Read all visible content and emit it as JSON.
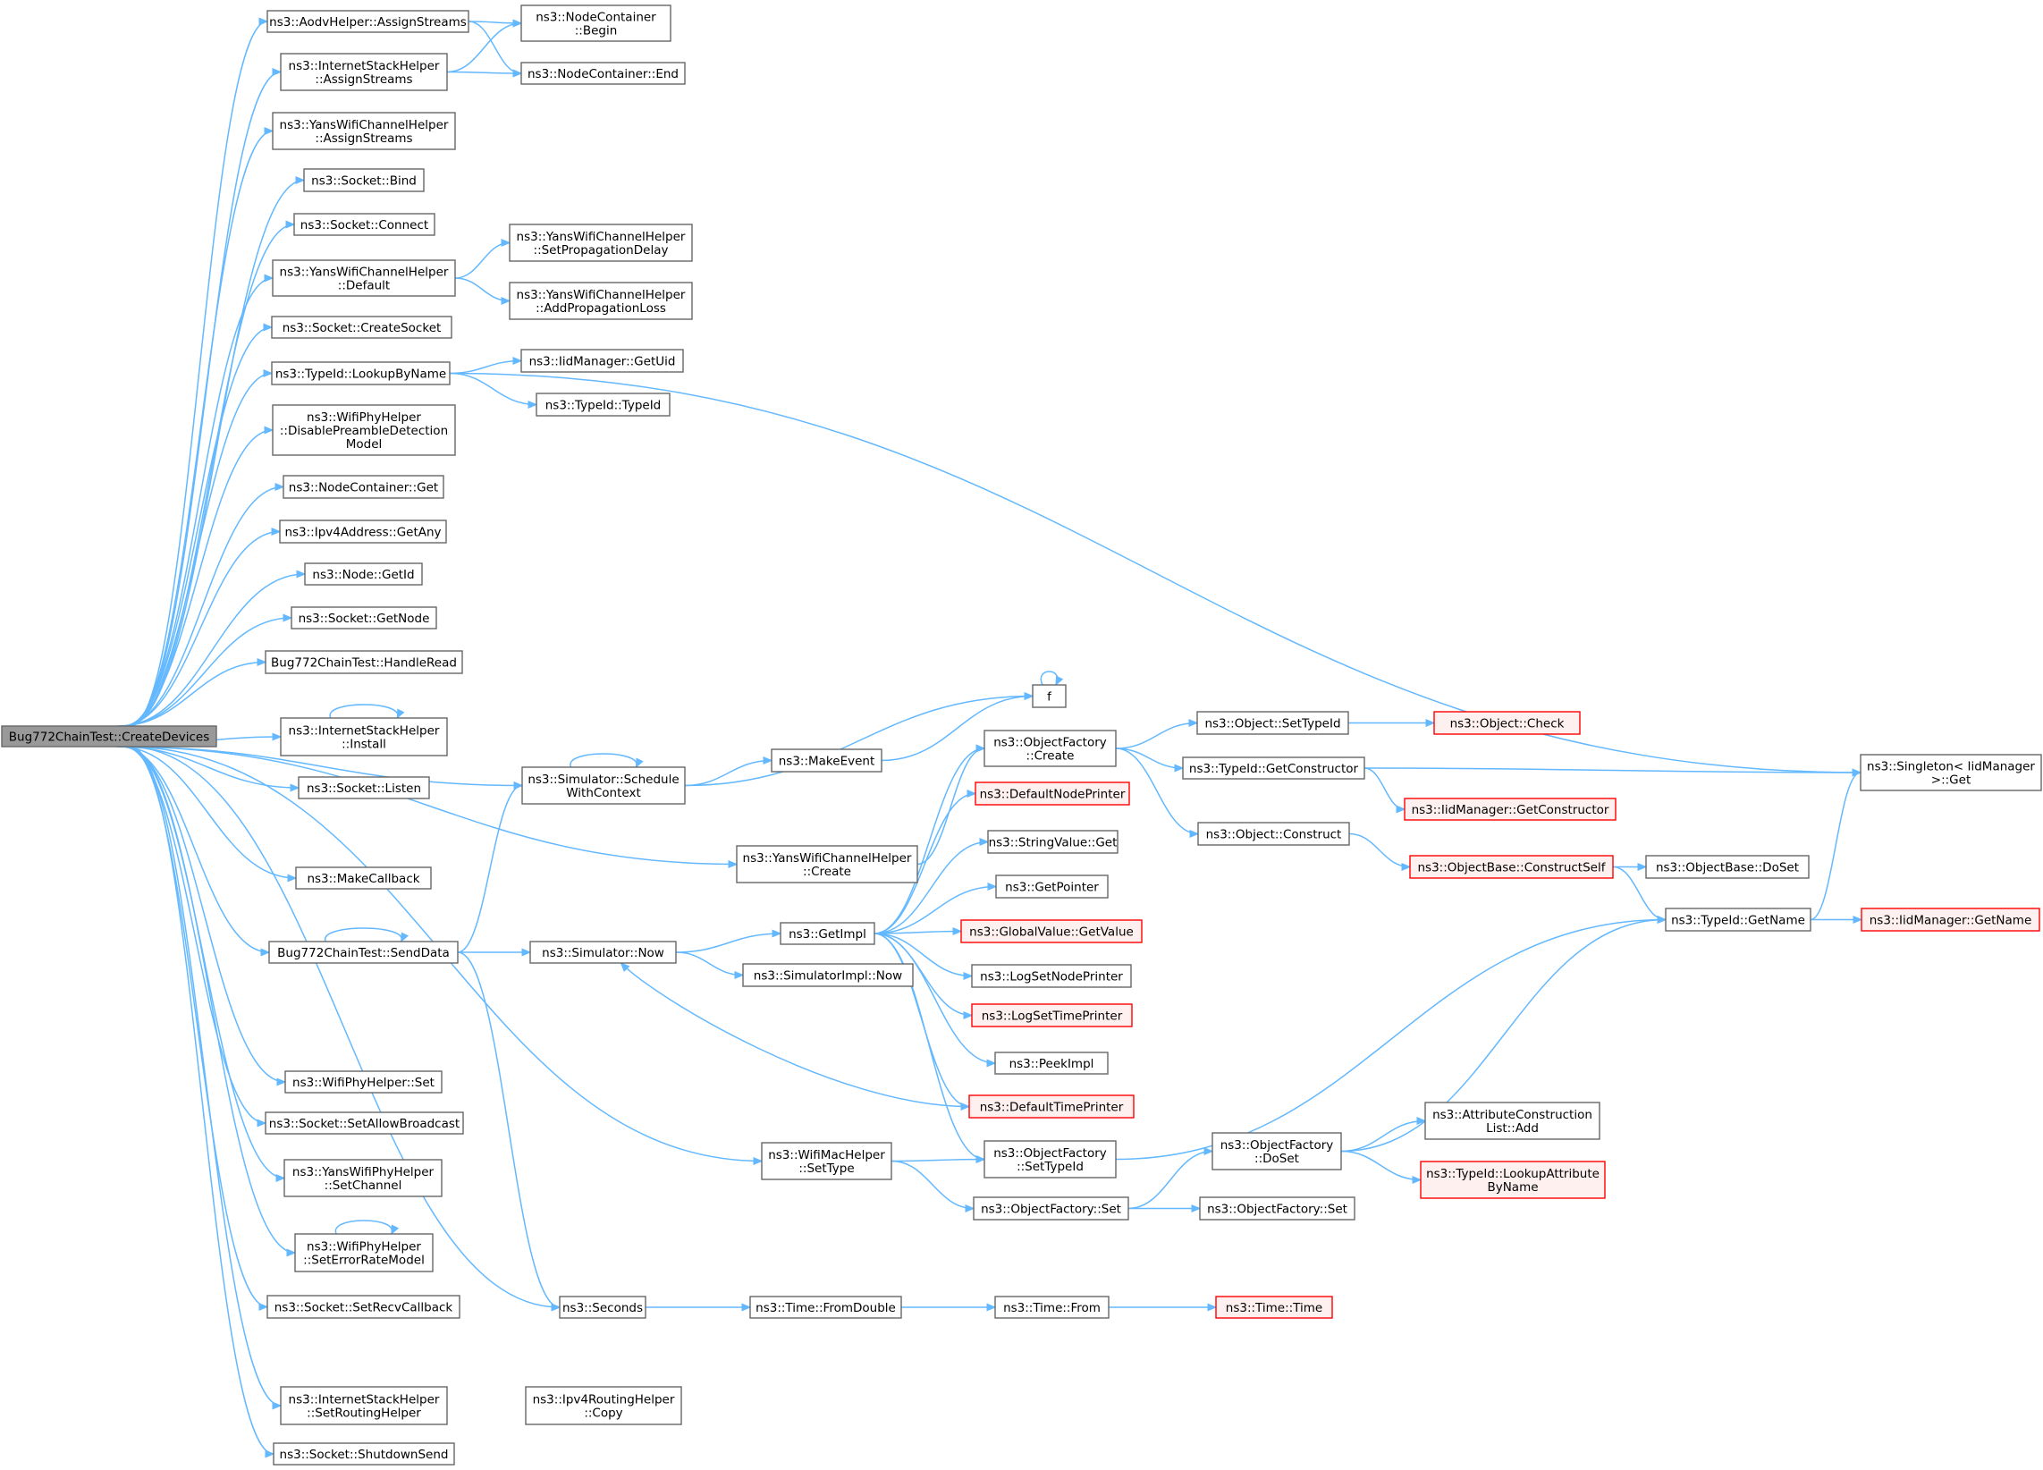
{
  "graph": {
    "colors": {
      "edge": "#63b8ff",
      "node_border": "#666666",
      "root_fill": "#999999",
      "truncated_border": "#ff0000",
      "truncated_fill": "#fff0f0"
    },
    "nodes": [
      {
        "id": "root",
        "lines": [
          "Bug772ChainTest::CreateDevices"
        ]
      },
      {
        "id": "aodv_assign",
        "lines": [
          "ns3::AodvHelper::AssignStreams"
        ]
      },
      {
        "id": "inet_assign",
        "lines": [
          "ns3::InternetStackHelper",
          "::AssignStreams"
        ]
      },
      {
        "id": "yanschan_assign",
        "lines": [
          "ns3::YansWifiChannelHelper",
          "::AssignStreams"
        ]
      },
      {
        "id": "socket_bind",
        "lines": [
          "ns3::Socket::Bind"
        ]
      },
      {
        "id": "socket_connect",
        "lines": [
          "ns3::Socket::Connect"
        ]
      },
      {
        "id": "yanschan_default",
        "lines": [
          "ns3::YansWifiChannelHelper",
          "::Default"
        ]
      },
      {
        "id": "socket_create",
        "lines": [
          "ns3::Socket::CreateSocket"
        ]
      },
      {
        "id": "typeid_lookup",
        "lines": [
          "ns3::TypeId::LookupByName"
        ]
      },
      {
        "id": "wifiphy_disable",
        "lines": [
          "ns3::WifiPhyHelper",
          "::DisablePreambleDetection",
          "Model"
        ]
      },
      {
        "id": "nc_get",
        "lines": [
          "ns3::NodeContainer::Get"
        ]
      },
      {
        "id": "ipv4_getany",
        "lines": [
          "ns3::Ipv4Address::GetAny"
        ]
      },
      {
        "id": "node_getid",
        "lines": [
          "ns3::Node::GetId"
        ]
      },
      {
        "id": "socket_getnode",
        "lines": [
          "ns3::Socket::GetNode"
        ]
      },
      {
        "id": "handleread",
        "lines": [
          "Bug772ChainTest::HandleRead"
        ]
      },
      {
        "id": "inet_install",
        "lines": [
          "ns3::InternetStackHelper",
          "::Install"
        ]
      },
      {
        "id": "socket_listen",
        "lines": [
          "ns3::Socket::Listen"
        ]
      },
      {
        "id": "makecallback",
        "lines": [
          "ns3::MakeCallback"
        ]
      },
      {
        "id": "senddata",
        "lines": [
          "Bug772ChainTest::SendData"
        ]
      },
      {
        "id": "wifiphy_set",
        "lines": [
          "ns3::WifiPhyHelper::Set"
        ]
      },
      {
        "id": "socket_allowbc",
        "lines": [
          "ns3::Socket::SetAllowBroadcast"
        ]
      },
      {
        "id": "yansphy_setchan",
        "lines": [
          "ns3::YansWifiPhyHelper",
          "::SetChannel"
        ]
      },
      {
        "id": "wifiphy_seterr",
        "lines": [
          "ns3::WifiPhyHelper",
          "::SetErrorRateModel"
        ]
      },
      {
        "id": "socket_setrecv",
        "lines": [
          "ns3::Socket::SetRecvCallback"
        ]
      },
      {
        "id": "inet_setrouting",
        "lines": [
          "ns3::InternetStackHelper",
          "::SetRoutingHelper"
        ]
      },
      {
        "id": "socket_shutdown",
        "lines": [
          "ns3::Socket::ShutdownSend"
        ]
      },
      {
        "id": "nc_begin",
        "lines": [
          "ns3::NodeContainer",
          "::Begin"
        ]
      },
      {
        "id": "nc_end",
        "lines": [
          "ns3::NodeContainer::End"
        ]
      },
      {
        "id": "yanschan_setprop",
        "lines": [
          "ns3::YansWifiChannelHelper",
          "::SetPropagationDelay"
        ]
      },
      {
        "id": "yanschan_addprop",
        "lines": [
          "ns3::YansWifiChannelHelper",
          "::AddPropagationLoss"
        ]
      },
      {
        "id": "iid_getuid",
        "lines": [
          "ns3::IidManager::GetUid"
        ]
      },
      {
        "id": "typeid_typeid",
        "lines": [
          "ns3::TypeId::TypeId"
        ]
      },
      {
        "id": "sim_schedctx",
        "lines": [
          "ns3::Simulator::Schedule",
          "WithContext"
        ]
      },
      {
        "id": "yanschan_create",
        "lines": [
          "ns3::YansWifiChannelHelper",
          "::Create"
        ]
      },
      {
        "id": "sim_now",
        "lines": [
          "ns3::Simulator::Now"
        ]
      },
      {
        "id": "wifimac_settype",
        "lines": [
          "ns3::WifiMacHelper",
          "::SetType"
        ]
      },
      {
        "id": "seconds",
        "lines": [
          "ns3::Seconds"
        ]
      },
      {
        "id": "ipv4rh_copy",
        "lines": [
          "ns3::Ipv4RoutingHelper",
          "::Copy"
        ]
      },
      {
        "id": "f",
        "lines": [
          "f"
        ]
      },
      {
        "id": "makeevent",
        "lines": [
          "ns3::MakeEvent"
        ]
      },
      {
        "id": "getimpl",
        "lines": [
          "ns3::GetImpl"
        ]
      },
      {
        "id": "simimpl_now",
        "lines": [
          "ns3::SimulatorImpl::Now"
        ]
      },
      {
        "id": "of_create",
        "lines": [
          "ns3::ObjectFactory",
          "::Create"
        ]
      },
      {
        "id": "defnodeprinter",
        "lines": [
          "ns3::DefaultNodePrinter"
        ],
        "truncated": true
      },
      {
        "id": "stringvalue_get",
        "lines": [
          "ns3::StringValue::Get"
        ]
      },
      {
        "id": "getpointer",
        "lines": [
          "ns3::GetPointer"
        ]
      },
      {
        "id": "gv_getvalue",
        "lines": [
          "ns3::GlobalValue::GetValue"
        ],
        "truncated": true
      },
      {
        "id": "logsetnode",
        "lines": [
          "ns3::LogSetNodePrinter"
        ]
      },
      {
        "id": "logsettime",
        "lines": [
          "ns3::LogSetTimePrinter"
        ],
        "truncated": true
      },
      {
        "id": "peekimpl",
        "lines": [
          "ns3::PeekImpl"
        ]
      },
      {
        "id": "deftimeprinter",
        "lines": [
          "ns3::DefaultTimePrinter"
        ],
        "truncated": true
      },
      {
        "id": "of_settypeid",
        "lines": [
          "ns3::ObjectFactory",
          "::SetTypeId"
        ]
      },
      {
        "id": "of_set",
        "lines": [
          "ns3::ObjectFactory::Set"
        ]
      },
      {
        "id": "time_fromdouble",
        "lines": [
          "ns3::Time::FromDouble"
        ]
      },
      {
        "id": "obj_settypeid",
        "lines": [
          "ns3::Object::SetTypeId"
        ]
      },
      {
        "id": "typeid_getctor",
        "lines": [
          "ns3::TypeId::GetConstructor"
        ]
      },
      {
        "id": "obj_construct",
        "lines": [
          "ns3::Object::Construct"
        ]
      },
      {
        "id": "of_doset",
        "lines": [
          "ns3::ObjectFactory",
          "::DoSet"
        ]
      },
      {
        "id": "of_set2",
        "lines": [
          "ns3::ObjectFactory::Set"
        ]
      },
      {
        "id": "time_from",
        "lines": [
          "ns3::Time::From"
        ]
      },
      {
        "id": "obj_check",
        "lines": [
          "ns3::Object::Check"
        ],
        "truncated": true
      },
      {
        "id": "iid_getctor",
        "lines": [
          "ns3::IidManager::GetConstructor"
        ],
        "truncated": true
      },
      {
        "id": "objbase_constructself",
        "lines": [
          "ns3::ObjectBase::ConstructSelf"
        ],
        "truncated": true
      },
      {
        "id": "attrconstr_add",
        "lines": [
          "ns3::AttributeConstruction",
          "List::Add"
        ]
      },
      {
        "id": "typeid_lookupattr",
        "lines": [
          "ns3::TypeId::LookupAttribute",
          "ByName"
        ],
        "truncated": true
      },
      {
        "id": "time_time",
        "lines": [
          "ns3::Time::Time"
        ],
        "truncated": true
      },
      {
        "id": "objbase_doset",
        "lines": [
          "ns3::ObjectBase::DoSet"
        ]
      },
      {
        "id": "typeid_getname",
        "lines": [
          "ns3::TypeId::GetName"
        ]
      },
      {
        "id": "singleton_get",
        "lines": [
          "ns3::Singleton< IidManager",
          " >::Get"
        ]
      },
      {
        "id": "iid_getname",
        "lines": [
          "ns3::IidManager::GetName"
        ],
        "truncated": true
      }
    ]
  }
}
